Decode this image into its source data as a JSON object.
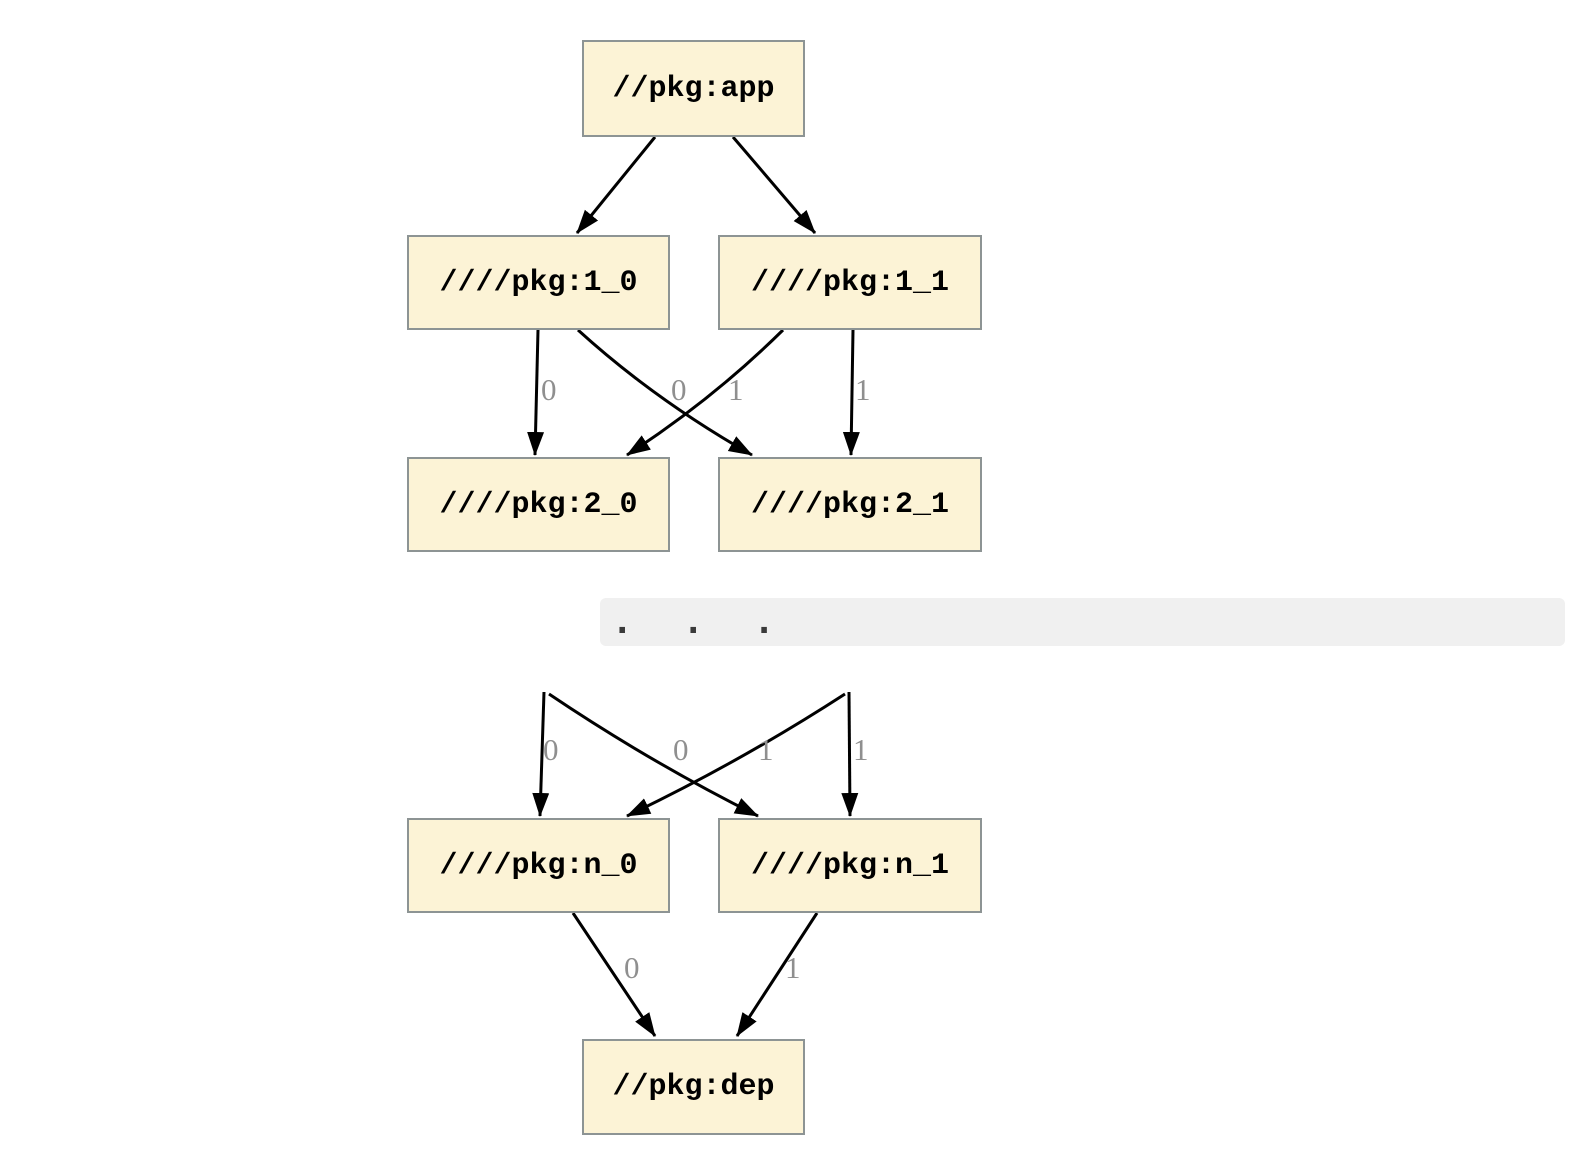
{
  "diagram": {
    "type": "dependency-graph",
    "nodes": {
      "app": {
        "label": "//pkg:app"
      },
      "v1_0": {
        "label": "////pkg:1_0"
      },
      "v1_1": {
        "label": "////pkg:1_1"
      },
      "v2_0": {
        "label": "////pkg:2_0"
      },
      "v2_1": {
        "label": "////pkg:2_1"
      },
      "vn_0": {
        "label": "////pkg:n_0"
      },
      "vn_1": {
        "label": "////pkg:n_1"
      },
      "dep": {
        "label": "//pkg:dep"
      }
    },
    "edges": [
      {
        "from": "//pkg:app",
        "to": "////pkg:1_0",
        "label": ""
      },
      {
        "from": "//pkg:app",
        "to": "////pkg:1_1",
        "label": ""
      },
      {
        "from": "////pkg:1_0",
        "to": "////pkg:2_0",
        "label": "0"
      },
      {
        "from": "////pkg:1_0",
        "to": "////pkg:2_1",
        "label": "1"
      },
      {
        "from": "////pkg:1_1",
        "to": "////pkg:2_0",
        "label": "0"
      },
      {
        "from": "////pkg:1_1",
        "to": "////pkg:2_1",
        "label": "1"
      },
      {
        "from": "...",
        "to": "////pkg:n_0",
        "label": "0"
      },
      {
        "from": "...",
        "to": "////pkg:n_1",
        "label": "1"
      },
      {
        "from": "...",
        "to": "////pkg:n_0",
        "label": "0"
      },
      {
        "from": "...",
        "to": "////pkg:n_1",
        "label": "1"
      },
      {
        "from": "////pkg:n_0",
        "to": "//pkg:dep",
        "label": "0"
      },
      {
        "from": "////pkg:n_1",
        "to": "//pkg:dep",
        "label": "1"
      }
    ],
    "ellipsis": ". . .",
    "colors": {
      "node_fill": "#fcf3d6",
      "node_border": "#8d9494",
      "edge": "#000000",
      "edge_label": "#8f8f8f",
      "band_bg": "#f0f0f0",
      "background": "#ffffff"
    }
  }
}
